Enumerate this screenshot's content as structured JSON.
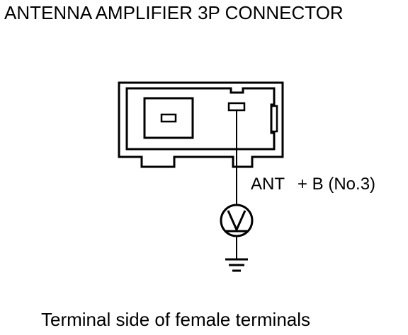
{
  "title": "ANTENNA AMPLIFIER 3P CONNECTOR",
  "caption": "Terminal side of female terminals",
  "terminal_label": {
    "signal": "ANT",
    "pin": "+ B (No.3)"
  },
  "meter_symbol": "V",
  "colors": {
    "ink": "#000000",
    "background": "#ffffff"
  },
  "icons": [
    "voltmeter-icon",
    "ground-icon",
    "connector-icon"
  ]
}
